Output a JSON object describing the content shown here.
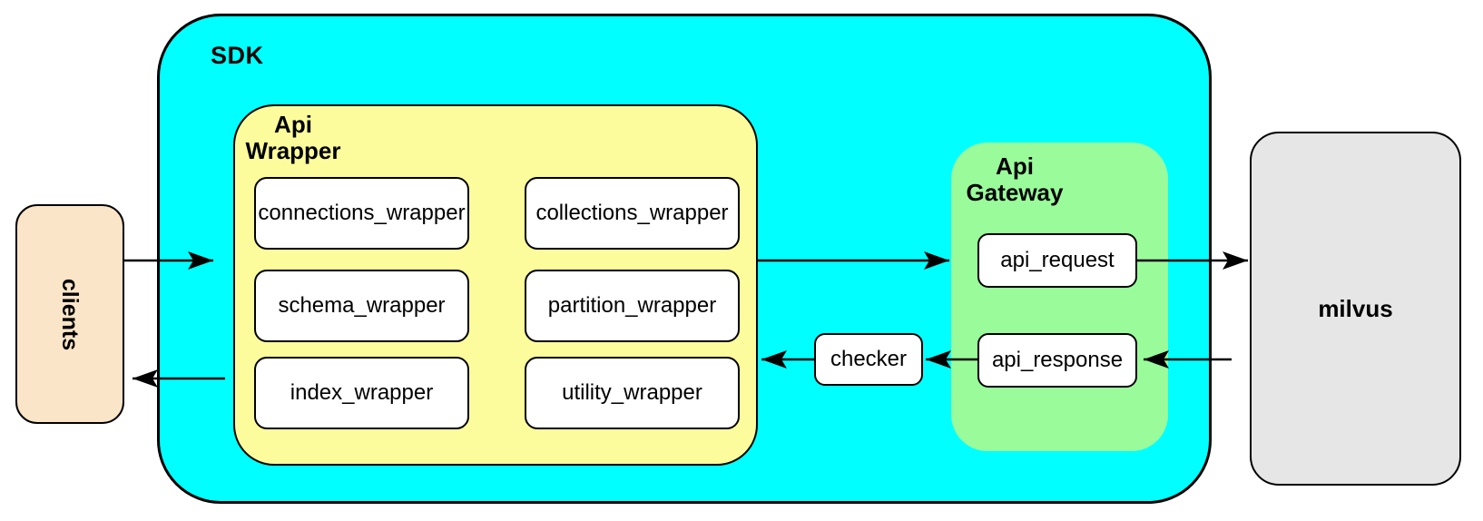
{
  "nodes": {
    "clients": {
      "label": "clients"
    },
    "sdk": {
      "label": "SDK"
    },
    "api_wrapper": {
      "label_line1": "Api",
      "label_line2": "Wrapper",
      "modules": [
        "connections_wrapper",
        "collections_wrapper",
        "schema_wrapper",
        "partition_wrapper",
        "index_wrapper",
        "utility_wrapper"
      ]
    },
    "checker": {
      "label": "checker"
    },
    "api_gateway": {
      "label_line1": "Api",
      "label_line2": "Gateway",
      "modules": [
        "api_request",
        "api_response"
      ]
    },
    "milvus": {
      "label": "milvus"
    }
  },
  "connections": [
    {
      "from": "clients",
      "to": "SDK"
    },
    {
      "from": "SDK",
      "to": "clients"
    },
    {
      "from": "Api Wrapper",
      "to": "Api Gateway"
    },
    {
      "from": "api_request",
      "to": "milvus"
    },
    {
      "from": "milvus",
      "to": "api_response"
    },
    {
      "from": "api_response",
      "to": "checker"
    },
    {
      "from": "checker",
      "to": "Api Wrapper"
    }
  ],
  "colors": {
    "sdk_fill": "#00FFFF",
    "api_wrapper_fill": "#FCFC9C",
    "api_gateway_fill": "#9AFB9A",
    "clients_fill": "#FBE5C8",
    "milvus_fill": "#E6E6E6",
    "node_fill": "#FFFFFF",
    "stroke": "#000000"
  }
}
